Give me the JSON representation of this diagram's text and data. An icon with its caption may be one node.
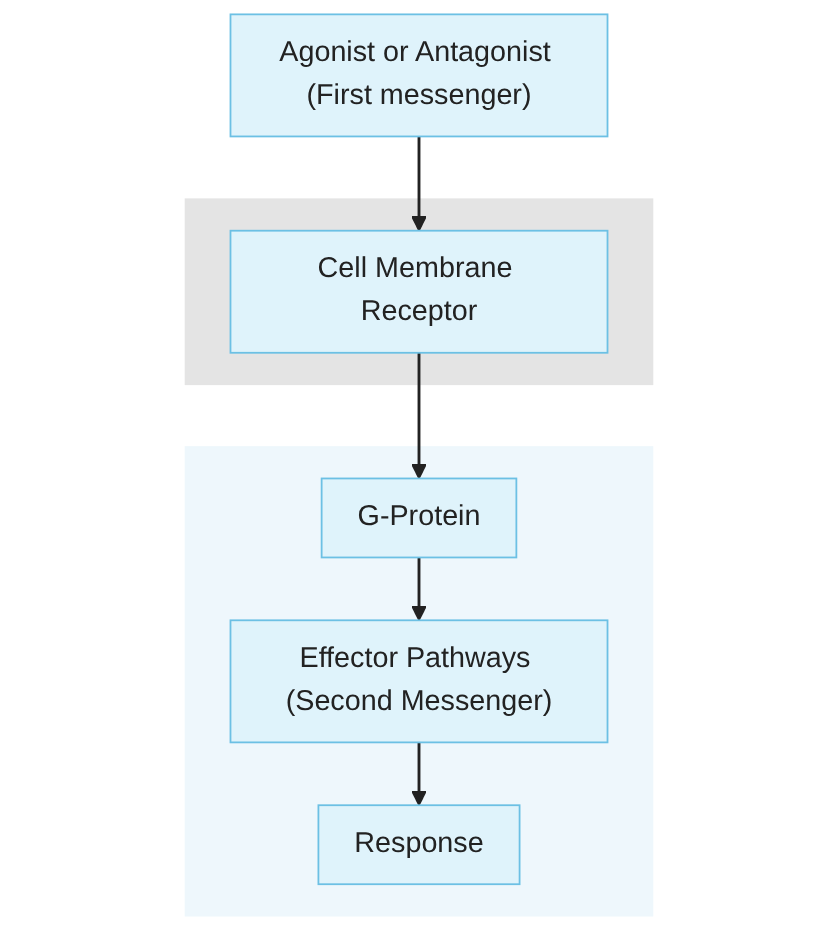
{
  "diagram": {
    "nodes": [
      {
        "text": [
          "Agonist or Antagonist (First messenger)"
        ]
      },
      {
        "text": [],
        "shape": "band"
      },
      {
        "text": [
          "Cell Membrane Receptor"
        ],
        "in": 1
      },
      {
        "text": [],
        "shape": "band"
      },
      {
        "text": [
          "G-Protein"
        ],
        "in": 3
      },
      {
        "text": [
          "Effector Pathways (Second Messenger)"
        ],
        "in": 3
      },
      {
        "text": [
          "Response"
        ],
        "in": 3
      }
    ],
    "edges": [
      {
        "from": 0,
        "to": 2,
        "arrow": "to"
      },
      {
        "from": 2,
        "to": 4,
        "arrow": "to"
      },
      {
        "from": 4,
        "to": 5,
        "arrow": "to"
      },
      {
        "from": 5,
        "to": 6,
        "arrow": "to"
      }
    ]
  }
}
